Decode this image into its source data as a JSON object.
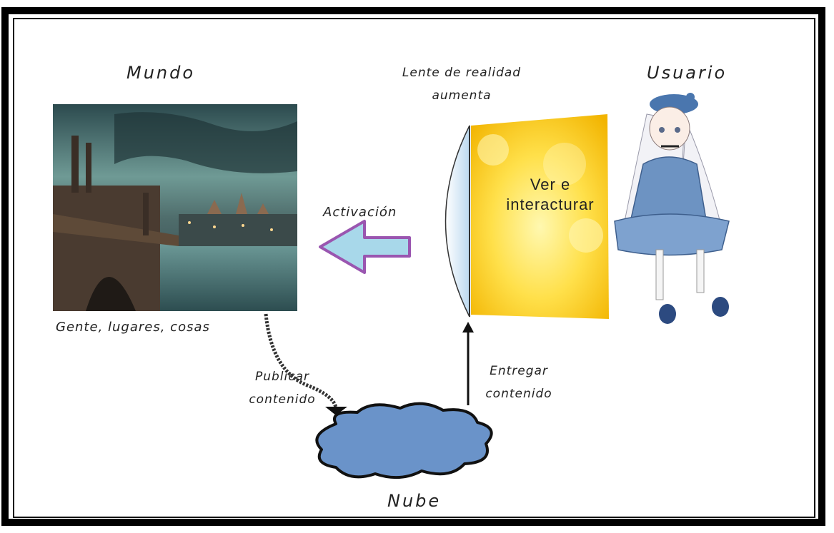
{
  "labels": {
    "world": "Mundo",
    "world_caption": "Gente, lugares, cosas",
    "lens_line1": "Lente de realidad",
    "lens_line2": "aumenta",
    "user": "Usuario",
    "activation": "Activación",
    "screen_line1": "Ver e",
    "screen_line2": "interacturar",
    "publish_line1": "Publicar",
    "publish_line2": "contenido",
    "deliver_line1": "Entregar",
    "deliver_line2": "contenido",
    "cloud": "Nube"
  },
  "colors": {
    "arrow_fill": "#a8d8ea",
    "arrow_stroke": "#9a56b0",
    "cloud_fill": "#6a93c9",
    "screen_gold": "#f5c400"
  }
}
